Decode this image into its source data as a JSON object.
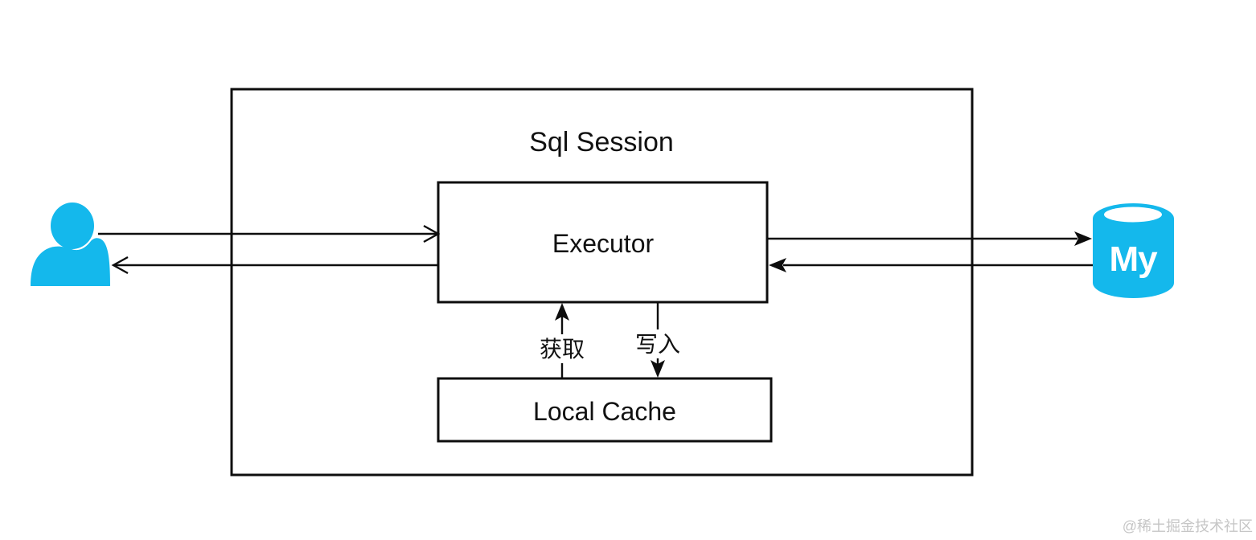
{
  "diagram": {
    "title": "Sql Session",
    "nodes": {
      "executor": "Executor",
      "local_cache": "Local Cache"
    },
    "actors": {
      "user_icon": "person silhouette",
      "mysql_icon": "database cylinder",
      "mysql_text": "My"
    },
    "edges": {
      "user_to_executor": "",
      "executor_to_user": "",
      "executor_to_mysql": "",
      "mysql_to_executor": "",
      "fetch_label": "获取",
      "write_label": "写入"
    },
    "watermark": "@稀土掘金技术社区",
    "colors": {
      "accent_cyan": "#14b8ec",
      "line_black": "#0d0d0d",
      "watermark_gray": "#c6c6c6",
      "background": "#ffffff"
    }
  }
}
